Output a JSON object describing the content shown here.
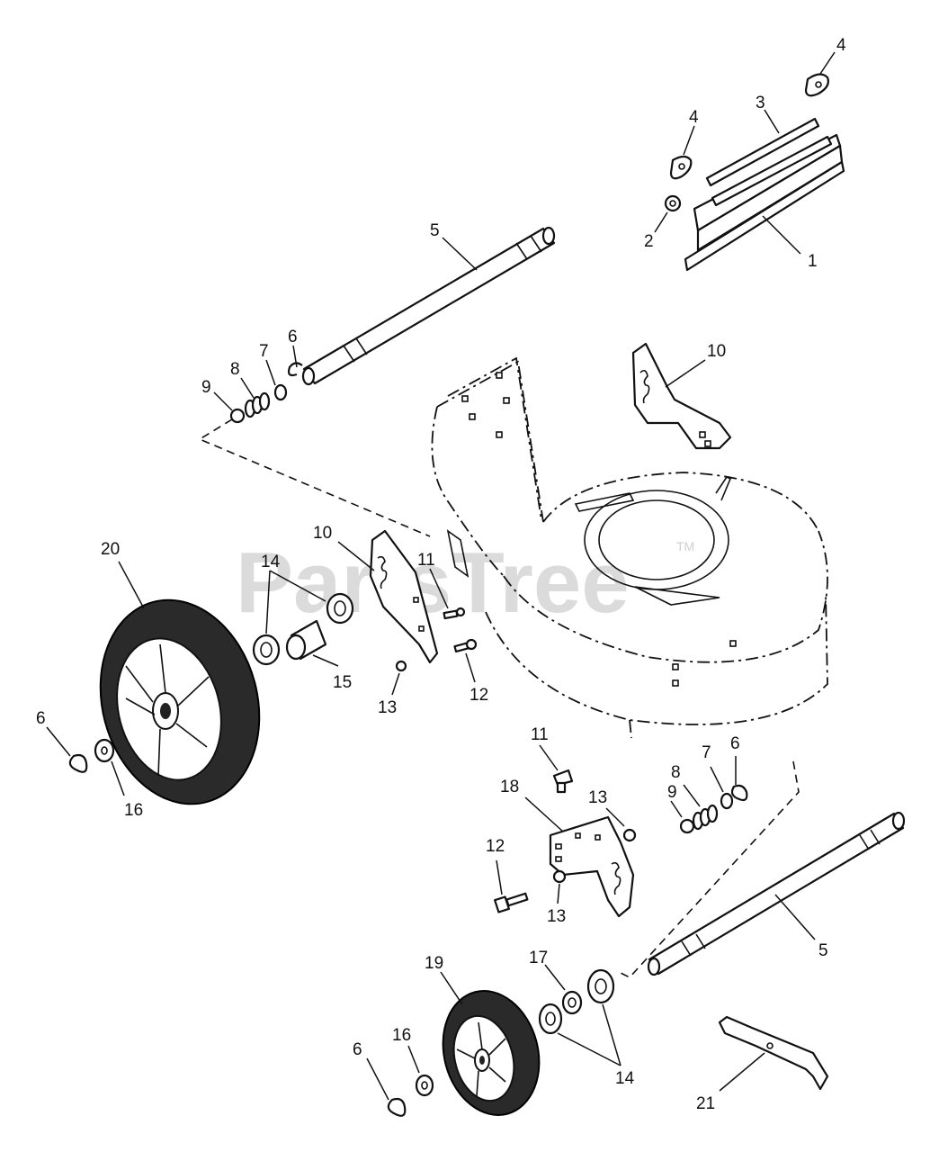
{
  "watermark": {
    "text": "PartsTree",
    "trademark": "TM"
  },
  "callouts": [
    {
      "id": "c4a",
      "label": "4"
    },
    {
      "id": "c3",
      "label": "3"
    },
    {
      "id": "c4b",
      "label": "4"
    },
    {
      "id": "c2",
      "label": "2"
    },
    {
      "id": "c1",
      "label": "1"
    },
    {
      "id": "c5a",
      "label": "5"
    },
    {
      "id": "c6a",
      "label": "6"
    },
    {
      "id": "c7a",
      "label": "7"
    },
    {
      "id": "c8a",
      "label": "8"
    },
    {
      "id": "c9a",
      "label": "9"
    },
    {
      "id": "c10a",
      "label": "10"
    },
    {
      "id": "c10b",
      "label": "10"
    },
    {
      "id": "c20",
      "label": "20"
    },
    {
      "id": "c14a",
      "label": "14"
    },
    {
      "id": "c11a",
      "label": "11"
    },
    {
      "id": "c15",
      "label": "15"
    },
    {
      "id": "c13a",
      "label": "13"
    },
    {
      "id": "c12a",
      "label": "12"
    },
    {
      "id": "c6b",
      "label": "6"
    },
    {
      "id": "c16a",
      "label": "16"
    },
    {
      "id": "c11b",
      "label": "11"
    },
    {
      "id": "c18",
      "label": "18"
    },
    {
      "id": "c13b",
      "label": "13"
    },
    {
      "id": "c9b",
      "label": "9"
    },
    {
      "id": "c8b",
      "label": "8"
    },
    {
      "id": "c7b",
      "label": "7"
    },
    {
      "id": "c6c",
      "label": "6"
    },
    {
      "id": "c12b",
      "label": "12"
    },
    {
      "id": "c13c",
      "label": "13"
    },
    {
      "id": "c5b",
      "label": "5"
    },
    {
      "id": "c19",
      "label": "19"
    },
    {
      "id": "c17",
      "label": "17"
    },
    {
      "id": "c16b",
      "label": "16"
    },
    {
      "id": "c6d",
      "label": "6"
    },
    {
      "id": "c14b",
      "label": "14"
    },
    {
      "id": "c21",
      "label": "21"
    }
  ]
}
